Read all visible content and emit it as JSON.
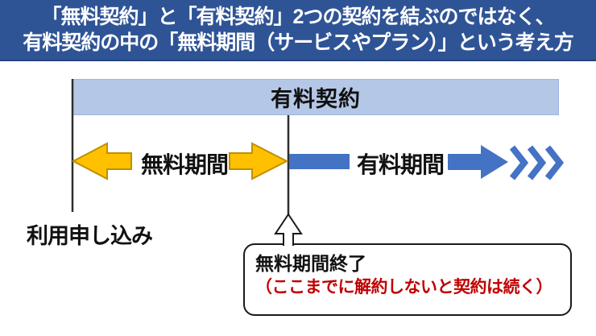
{
  "header": {
    "line1": "「無料契約」と「有料契約」2つの契約を結ぶのではなく、",
    "line2": "有料契約の中の「無料期間（サービスやプラン）」という考え方",
    "bg_color": "#2F5496",
    "text_color": "#FFFFFF"
  },
  "diagram": {
    "paid_contract_bar": {
      "label": "有料契約",
      "fill_color": "#B4C7E7"
    },
    "free_period": {
      "label": "無料期間",
      "arrow_fill_color": "#FFC000",
      "arrow_border_color": "#BF9000"
    },
    "paid_period": {
      "label": "有料期間",
      "arrow_color": "#4472C4"
    },
    "signup_label": "利用申し込み",
    "callout": {
      "line1": "無料期間終了",
      "line2": "（ここまでに解約しないと契約は続く）",
      "line1_color": "#111111",
      "line2_color": "#C00000"
    },
    "icons": {
      "chevrons": "triple-chevron-right-icon",
      "pointer": "up-arrow-callout-pointer-icon"
    },
    "line_color": "#2E2E2E"
  }
}
